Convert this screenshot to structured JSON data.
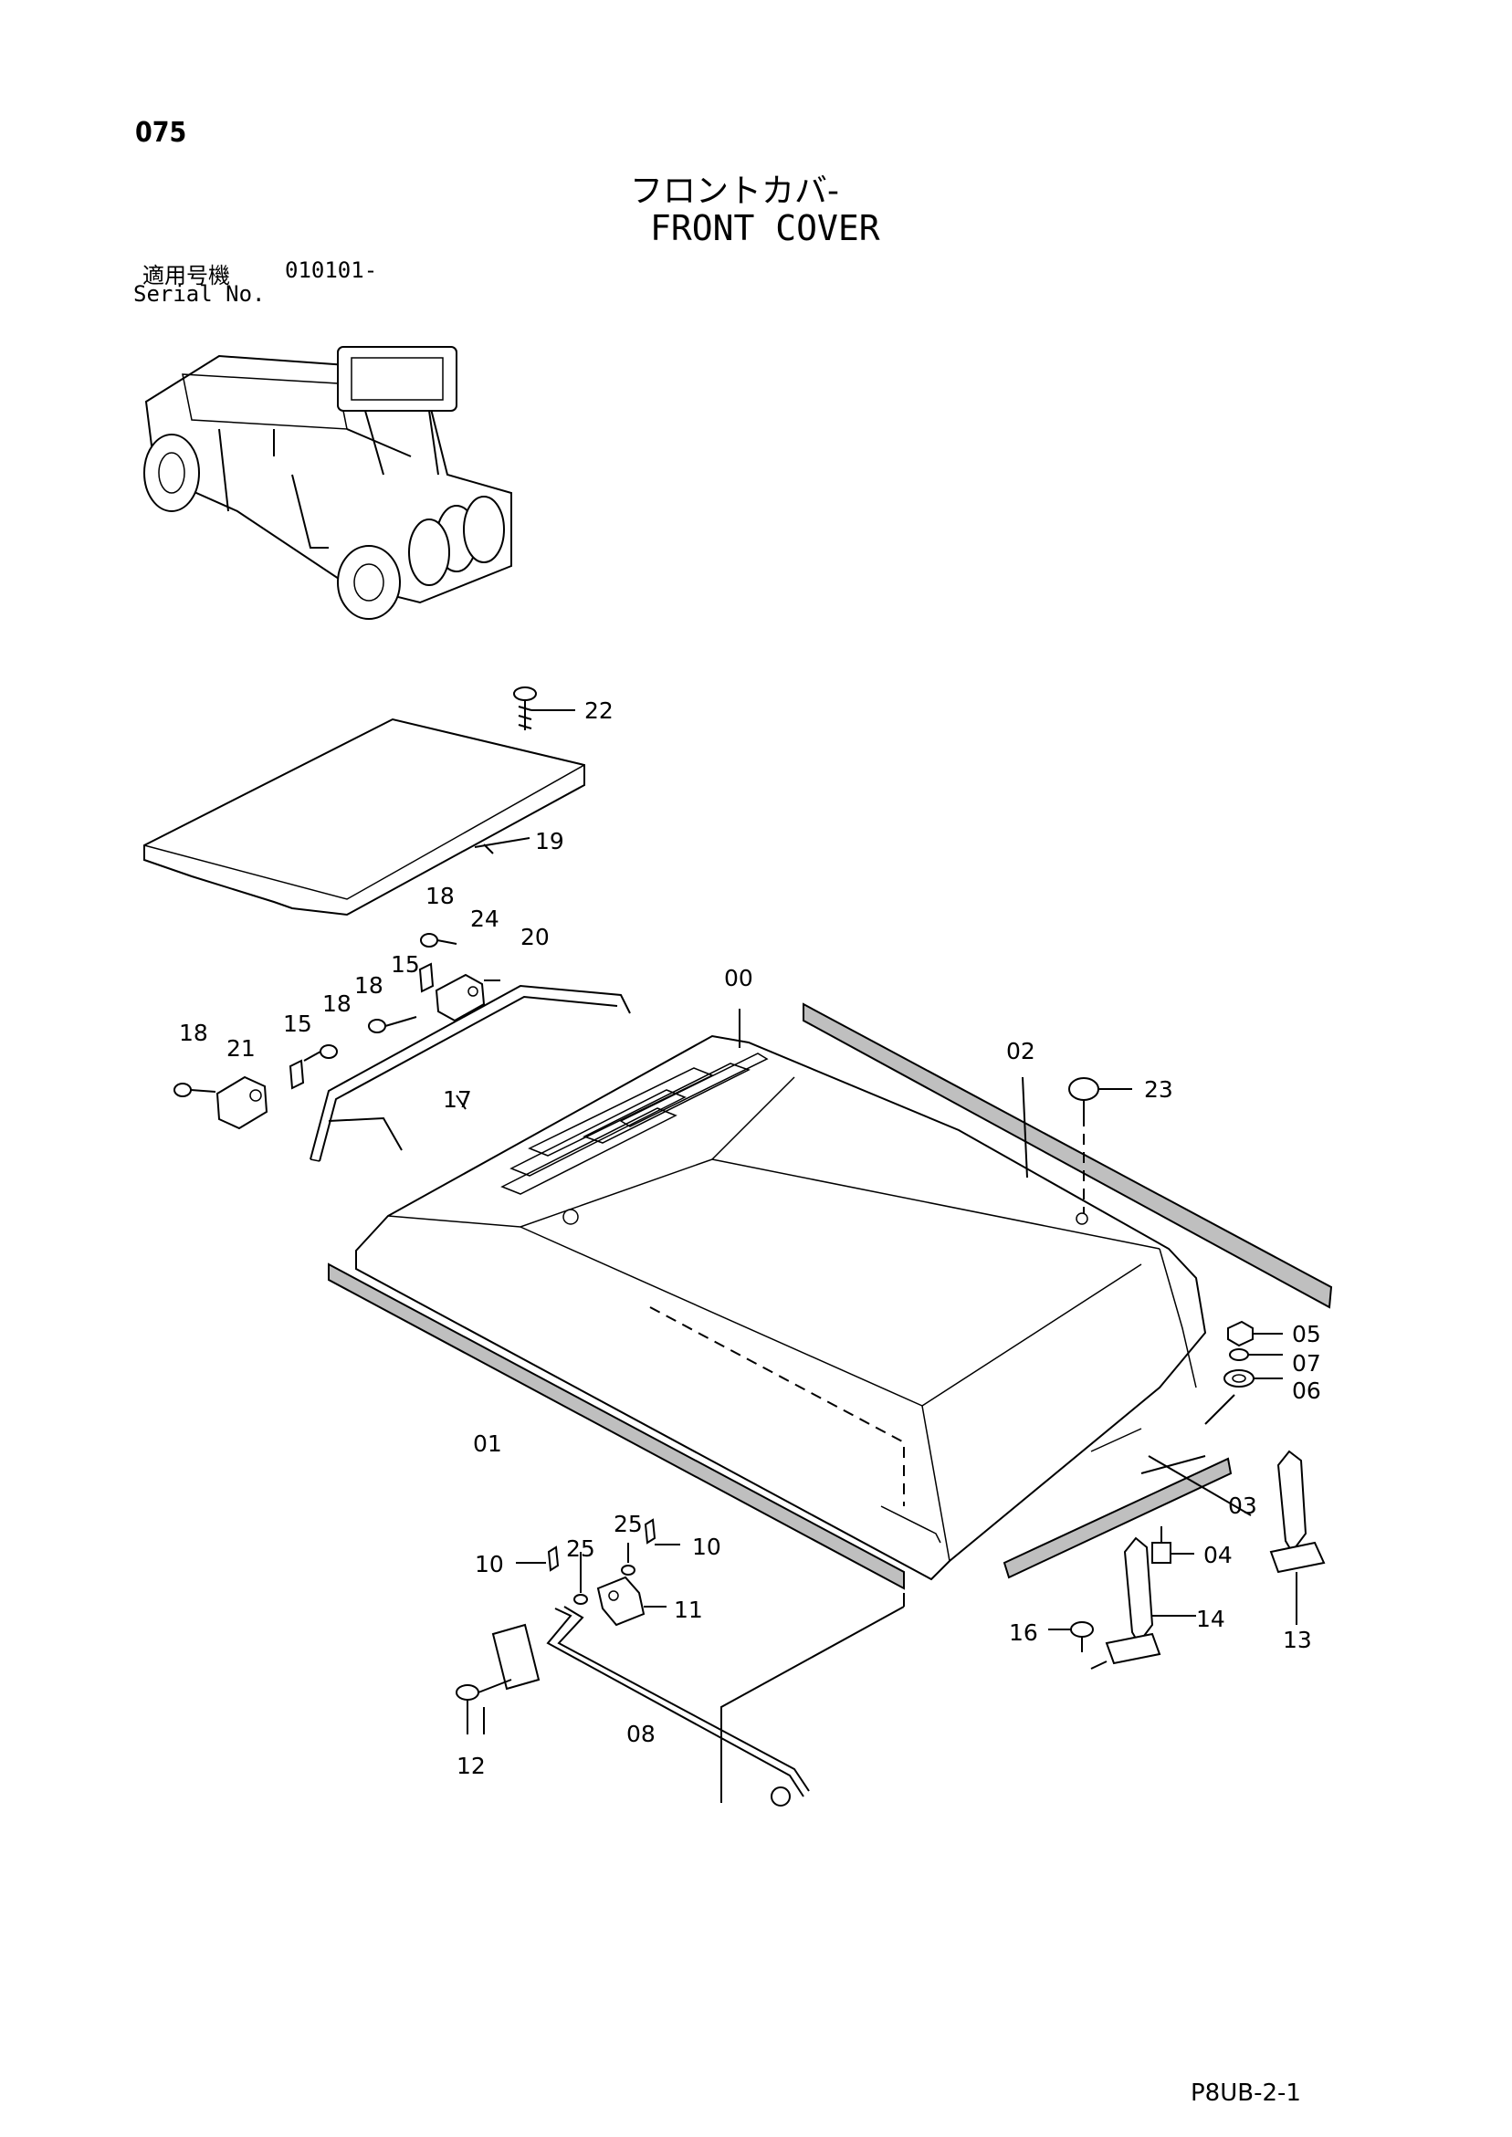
{
  "page": {
    "number": "075",
    "title_jp": "フロントカバ-",
    "title_en": "FRONT COVER",
    "serial_label_jp": "適用号機",
    "serial_value": "010101-",
    "serial_label_en": "Serial No.",
    "code": "P8UB-2-1"
  },
  "callouts": [
    "22",
    "19",
    "18",
    "24",
    "20",
    "15",
    "18",
    "00",
    "18",
    "15",
    "18",
    "21",
    "17",
    "02",
    "23",
    "05",
    "07",
    "06",
    "01",
    "03",
    "04",
    "25",
    "10",
    "10",
    "25",
    "11",
    "14",
    "13",
    "16",
    "08",
    "12"
  ]
}
